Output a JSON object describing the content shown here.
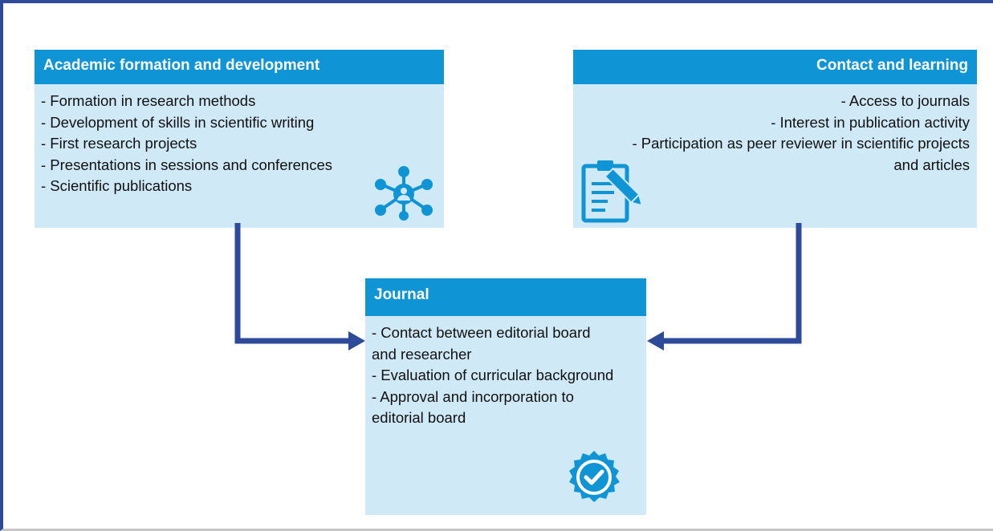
{
  "boxes": {
    "academic": {
      "title": "Academic formation and development",
      "items": [
        "- Formation in research methods",
        "- Development of skills in scientific writing",
        "- First research projects",
        "- Presentations in sessions and conferences",
        "- Scientific publications"
      ],
      "icon": "network-user-icon"
    },
    "contact": {
      "title": "Contact and learning",
      "items": [
        "- Access to journals",
        "- Interest in publication activity",
        "- Participation as peer reviewer in scientific projects",
        "and articles"
      ],
      "icon": "clipboard-pen-icon"
    },
    "journal": {
      "title": "Journal",
      "items": [
        "- Contact between editorial board",
        "and researcher",
        "- Evaluation of curricular background",
        "-  Approval and incorporation to",
        "editorial board"
      ],
      "icon": "check-badge-icon"
    }
  },
  "colors": {
    "header": "#0f94d6",
    "box_fill": "#cfe9f7",
    "arrow": "#2e4b9a",
    "icon": "#0f94d6"
  }
}
